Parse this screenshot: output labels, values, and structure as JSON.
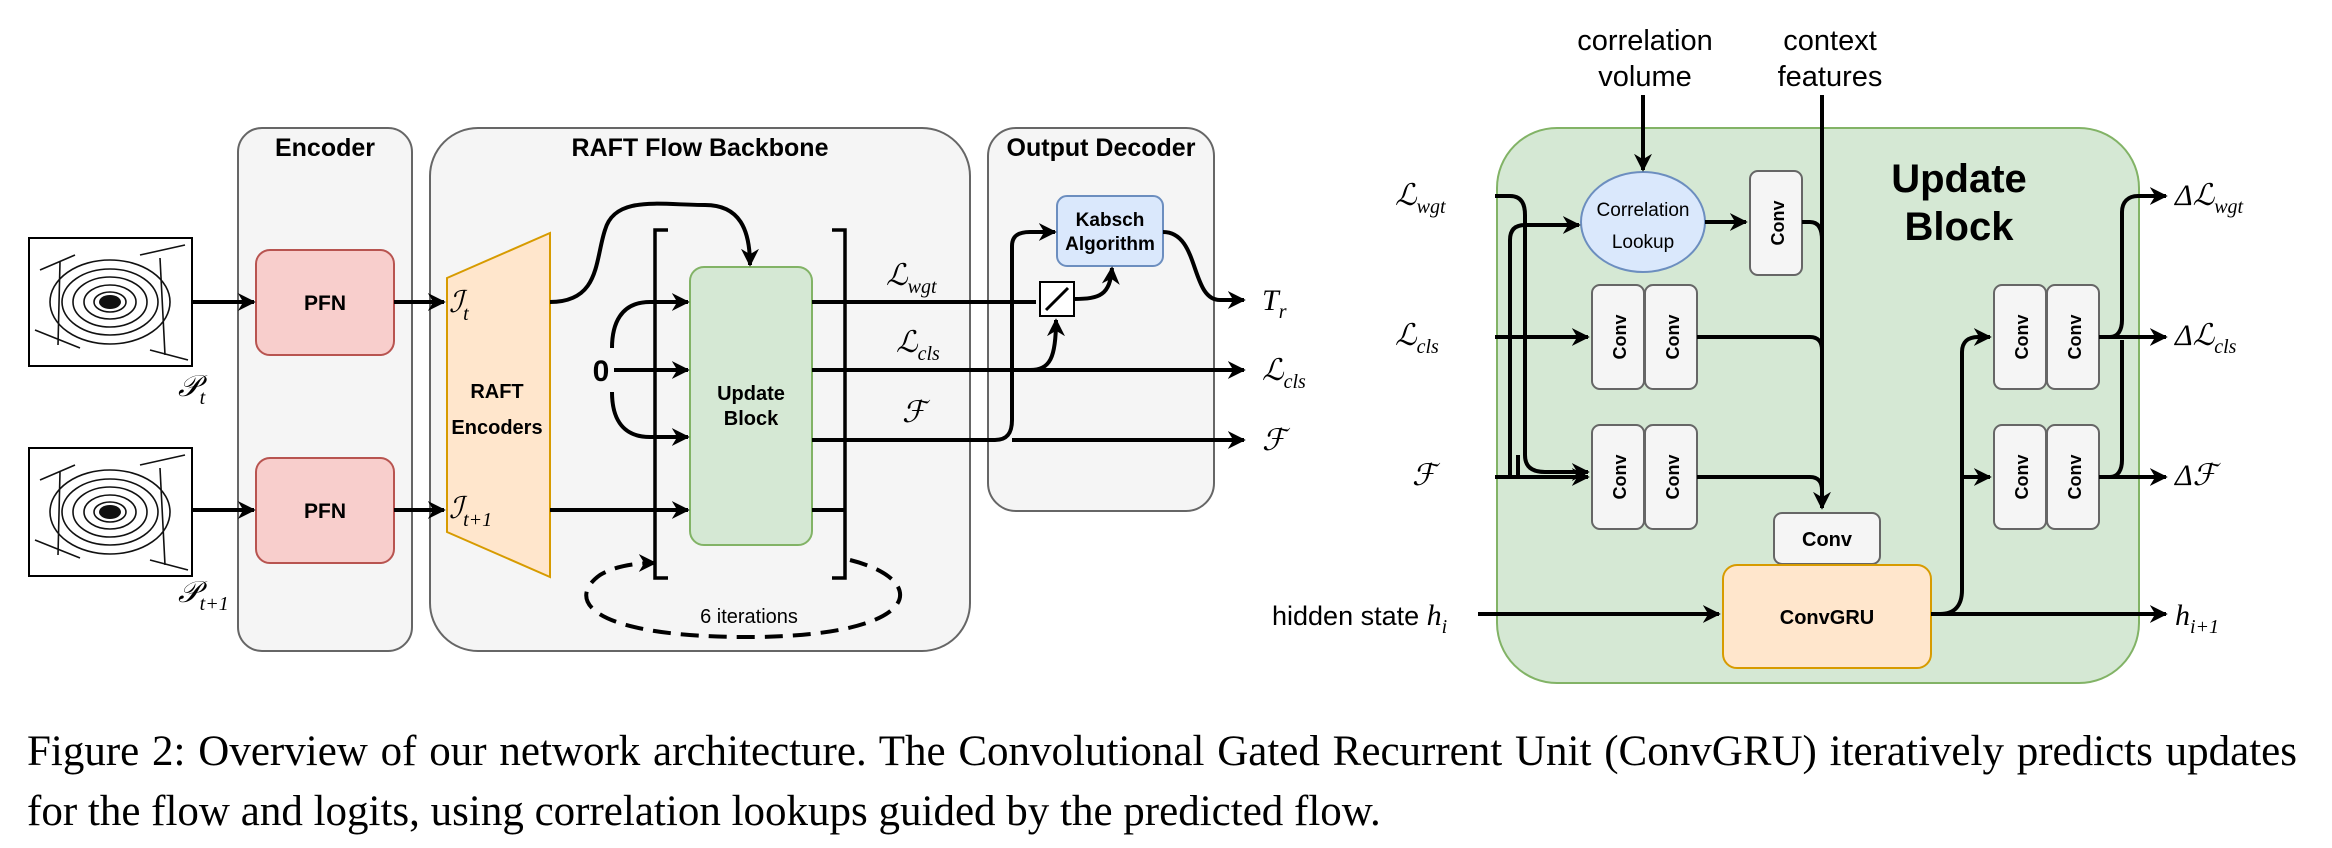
{
  "left_diagram": {
    "encoder_title": "Encoder",
    "backbone_title": "RAFT Flow Backbone",
    "decoder_title": "Output Decoder",
    "pfn_label": "PFN",
    "raft_encoders_line1": "RAFT",
    "raft_encoders_line2": "Encoders",
    "zero_label": "0",
    "update_block_line1": "Update",
    "update_block_line2": "Block",
    "iterations_label": "6 iterations",
    "kabsch_line1": "Kabsch",
    "kabsch_line2": "Algorithm",
    "input_t_base": "𝒫",
    "input_t_sub": "t",
    "input_t1_base": "𝒫",
    "input_t1_sub": "t+1",
    "feat_t_base": "ℐ",
    "feat_t_sub": "t",
    "feat_t1_base": "ℐ",
    "feat_t1_sub": "t+1",
    "l_wgt_base": "ℒ",
    "l_wgt_sub": "wgt",
    "l_cls_base": "ℒ",
    "l_cls_sub": "cls",
    "flow_label": "ℱ",
    "out_tr_base": "T",
    "out_tr_sub": "r",
    "out_lcls_base": "ℒ",
    "out_lcls_sub": "cls",
    "out_flow": "ℱ"
  },
  "right_diagram": {
    "correlation_volume_line1": "correlation",
    "correlation_volume_line2": "volume",
    "context_features_line1": "context",
    "context_features_line2": "features",
    "title_line1": "Update",
    "title_line2": "Block",
    "correlation_lookup_line1": "Correlation",
    "correlation_lookup_line2": "Lookup",
    "conv_label": "Conv",
    "convgru_label": "ConvGRU",
    "in_lwgt_base": "ℒ",
    "in_lwgt_sub": "wgt",
    "in_lcls_base": "ℒ",
    "in_lcls_sub": "cls",
    "in_flow": "ℱ",
    "hidden_state_text": "hidden state ",
    "hidden_state_var": "h",
    "hidden_state_sub": "i",
    "out_dlwgt_base": "Δℒ",
    "out_dlwgt_sub": "wgt",
    "out_dlcls_base": "Δℒ",
    "out_dlcls_sub": "cls",
    "out_dflow": "Δℱ",
    "out_h_base": "h",
    "out_h_sub": "i+1"
  },
  "caption": {
    "text": "Figure 2: Overview of our network architecture. The Convolutional Gated Recurrent Unit (ConvGRU) iteratively predicts updates for the flow and logits, using correlation lookups guided by the predicted flow."
  },
  "colors": {
    "group_fill": "#f5f5f5",
    "group_stroke": "#666666",
    "pfn_fill": "#f8cecc",
    "pfn_stroke": "#b85450",
    "raft_fill": "#ffe6cc",
    "raft_stroke": "#d79b00",
    "update_fill": "#d5e8d4",
    "update_stroke": "#82b366",
    "kabsch_fill": "#dae8fc",
    "kabsch_stroke": "#6c8ebf",
    "conv_fill": "#f5f5f5",
    "conv_stroke": "#666666",
    "convgru_fill": "#ffe6cc",
    "convgru_stroke": "#d79b00"
  }
}
